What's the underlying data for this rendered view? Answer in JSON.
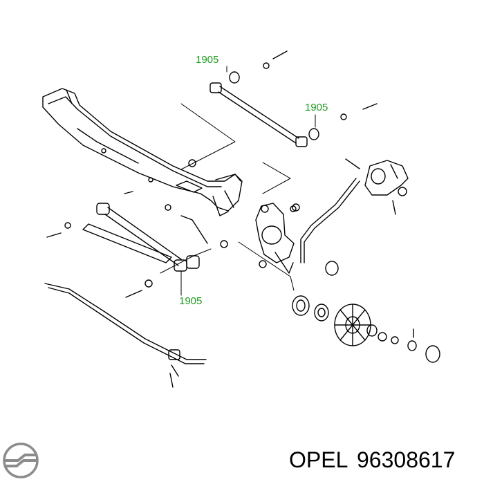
{
  "callouts": [
    "1905",
    "1905",
    "1905"
  ],
  "footer": {
    "brand": "OPEL",
    "part_number": "96308617"
  },
  "colors": {
    "line": "#000000",
    "callout": "#1f9a1f",
    "logo": "#8c8c8c",
    "background": "#ffffff"
  },
  "logo": {
    "icon": "opel-logo-icon"
  }
}
